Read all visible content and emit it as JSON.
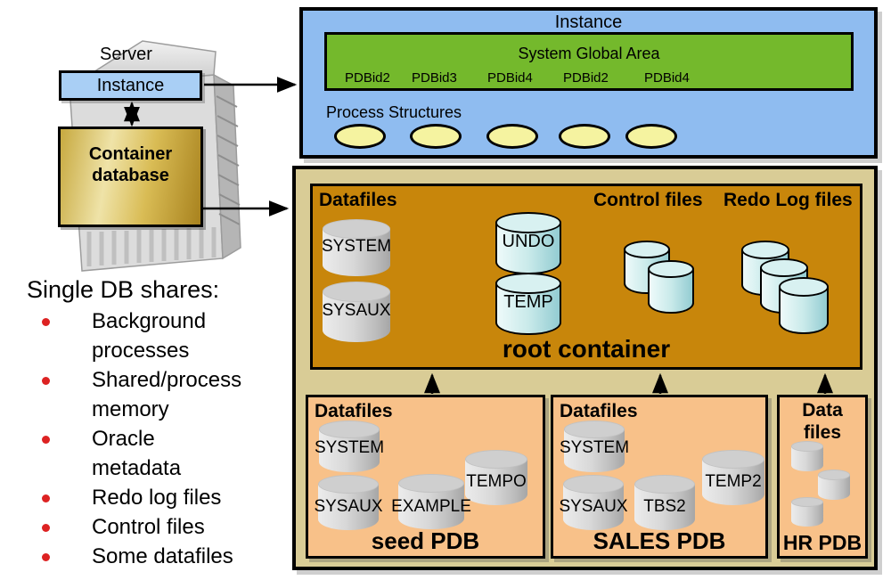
{
  "colors": {
    "panel_blue": "#8FBCF0",
    "instance_blue": "#A9CFF5",
    "sga_green": "#74B92C",
    "oval_yellow": "#F5F3A0",
    "container_tan": "#D9CC96",
    "root_gold": "#C8860B",
    "pdb_orange": "#F8C189",
    "cylinder_cyan": "#C9EAEA",
    "cylinder_gray": "#CFCFCF",
    "bullet_red": "#DD2222"
  },
  "server": {
    "title": "Server",
    "instance_label": "Instance",
    "cdb_label": "Container database"
  },
  "shares": {
    "title": "Single DB shares:",
    "items": [
      "Background processes",
      "Shared/process memory",
      "Oracle metadata",
      "Redo log files",
      "Control files",
      "Some datafiles"
    ]
  },
  "instance_panel": {
    "title": "Instance",
    "sga_title": "System Global Area",
    "pdb_ids": [
      "PDBid2",
      "PDBid3",
      "PDBid4",
      "PDBid2",
      "PDBid4"
    ],
    "process_label": "Process Structures"
  },
  "root_container": {
    "datafiles_label": "Datafiles",
    "system": "SYSTEM",
    "sysaux": "SYSAUX",
    "undo": "UNDO",
    "temp": "TEMP",
    "control_files_label": "Control files",
    "redo_log_files_label": "Redo Log files",
    "title": "root container"
  },
  "seed_pdb": {
    "datafiles_label": "Datafiles",
    "system": "SYSTEM",
    "sysaux": "SYSAUX",
    "example": "EXAMPLE",
    "tempo": "TEMPO",
    "title": "seed PDB"
  },
  "sales_pdb": {
    "datafiles_label": "Datafiles",
    "system": "SYSTEM",
    "sysaux": "SYSAUX",
    "tbs2": "TBS2",
    "temp2": "TEMP2",
    "title": "SALES PDB"
  },
  "hr_pdb": {
    "datafiles_label": "Data files",
    "title": "HR PDB"
  }
}
